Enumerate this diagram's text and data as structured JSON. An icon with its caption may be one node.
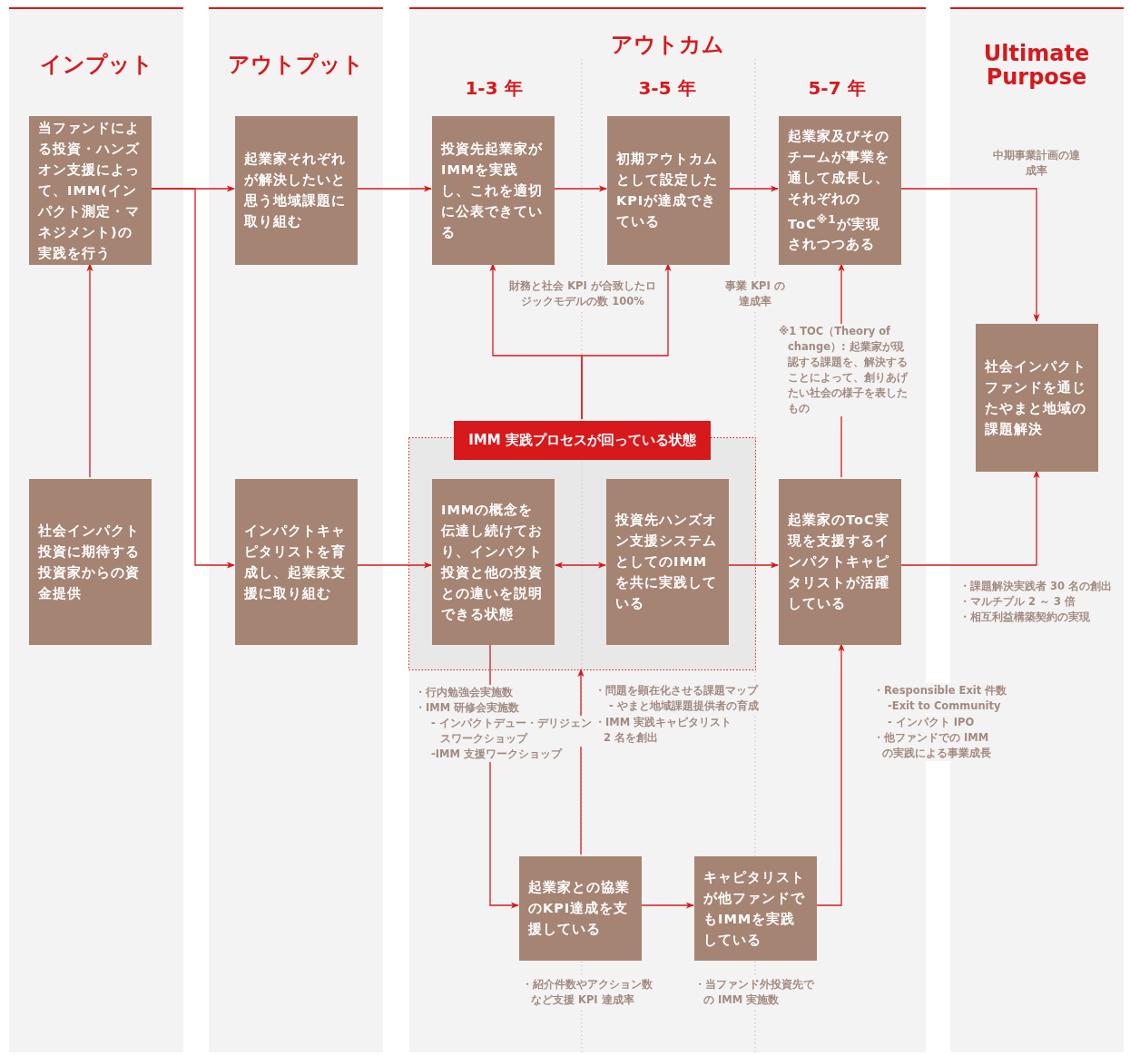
{
  "diagram": {
    "nodes": [
      {
        "text": [
          "インプット"
        ]
      },
      {
        "text": [
          "当ファンドによる投資・ハンズオン支援によって、IMM(インパクト測定・マネジメント)の実践を行う"
        ],
        "in": 0
      },
      {
        "text": [
          "社会インパクト投資に期待する投資家からの資金提供"
        ],
        "in": 0
      },
      {
        "text": [
          "アウトプット"
        ]
      },
      {
        "text": [
          "起業家それぞれが解決したいと思う地域課題に取り組む"
        ],
        "in": 3
      },
      {
        "text": [
          "インパクトキャピタリストを育成し、起業家支援に取り組む"
        ],
        "in": 3
      },
      {
        "text": [
          "アウトカム",
          "1-3 年",
          "3-5 年",
          "5-7 年"
        ]
      },
      {
        "text": [
          "投資先起業家がIMMを実践し、これを適切に公表できている"
        ],
        "in": 6
      },
      {
        "text": [
          "初期アウトカムとして設定したKPIが達成できている"
        ],
        "in": 6
      },
      {
        "text": [
          "起業家及びそのチームが事業を通して成長し、それぞれのToC$^{※1}$が実現されつつある"
        ],
        "in": 6
      },
      {
        "text": [
          "IMM 実践プロセスが回っている状態"
        ],
        "in": 6
      },
      {
        "text": [
          "IMMの概念を伝達し続けており、インパクト投資と他の投資との違いを説明できる状態"
        ],
        "in": 10
      },
      {
        "text": [
          "投資先ハンズオン支援システムとしてのIMMを共に実践している"
        ],
        "in": 10
      },
      {
        "text": [
          "起業家のToC実現を支援するインパクトキャピタリストが活躍している"
        ],
        "in": 6
      },
      {
        "text": [
          "起業家との協業のKPI達成を支援している"
        ],
        "in": 6
      },
      {
        "text": [
          "キャピタリストが他ファンドでもIMMを実践している"
        ],
        "in": 6
      },
      {
        "text": [
          "Ultimate Purpose"
        ]
      },
      {
        "text": [
          "社会インパクトファンドを通じたやまと地域の課題解決"
        ],
        "in": 16
      }
    ],
    "edges": [
      {
        "from": 2,
        "to": 1,
        "arrow": "to"
      },
      {
        "from": 1,
        "to": 4,
        "arrow": "to"
      },
      {
        "from": 1,
        "to": 5,
        "arrow": "to"
      },
      {
        "from": 4,
        "to": 7,
        "arrow": "to"
      },
      {
        "from": 7,
        "to": 8,
        "arrow": "to"
      },
      {
        "from": 8,
        "to": 9,
        "arrow": "to"
      },
      {
        "from": 9,
        "to": 17,
        "arrow": "to"
      },
      {
        "from": 10,
        "to": 7,
        "arrow": "to"
      },
      {
        "from": 10,
        "to": 8,
        "arrow": "to"
      },
      {
        "from": 5,
        "to": 11,
        "arrow": "to"
      },
      {
        "from": 11,
        "to": 12,
        "arrow": "both"
      },
      {
        "from": 12,
        "to": 13,
        "arrow": "to"
      },
      {
        "from": 13,
        "to": 9,
        "arrow": "to"
      },
      {
        "from": 13,
        "to": 17,
        "arrow": "to"
      },
      {
        "from": 11,
        "to": 14,
        "arrow": "to"
      },
      {
        "from": 14,
        "to": 10,
        "arrow": "to"
      },
      {
        "from": 14,
        "to": 15,
        "arrow": "to"
      },
      {
        "from": 15,
        "to": 13,
        "arrow": "to"
      }
    ],
    "labels": [
      "中期事業計画の達成率",
      "財務と社会 KPI が合致したロジックモデルの数 100%",
      "事業 KPI の達成率",
      "※1 TOC（Theory of change）: 起業家が現認する課題を、解決することによって、創りあげたい社会の様子を表したもの",
      "・課題解決実践者 30 名の創出",
      "・マルチプル 2 ～ 3 倍",
      "・相互利益構築契約の実現",
      "・行内勉強会実施数",
      "・IMM 研修会実施数",
      "- インパクトデュー・デリジェンスワークショップ",
      "-IMM 支援ワークショップ",
      "・問題を顕在化させる課題マップ",
      "- やまと地域課題提供者の育成",
      "・IMM 実践キャピタリスト 2 名を創出",
      "・Responsible Exit 件数",
      "-Exit to Community",
      "- インパクト IPO",
      "・他ファンドでの IMM の実践による事業成長",
      "・紹介件数やアクション数など支援 KPI 達成率",
      "・当ファンド外投資先での IMM 実施数"
    ]
  }
}
